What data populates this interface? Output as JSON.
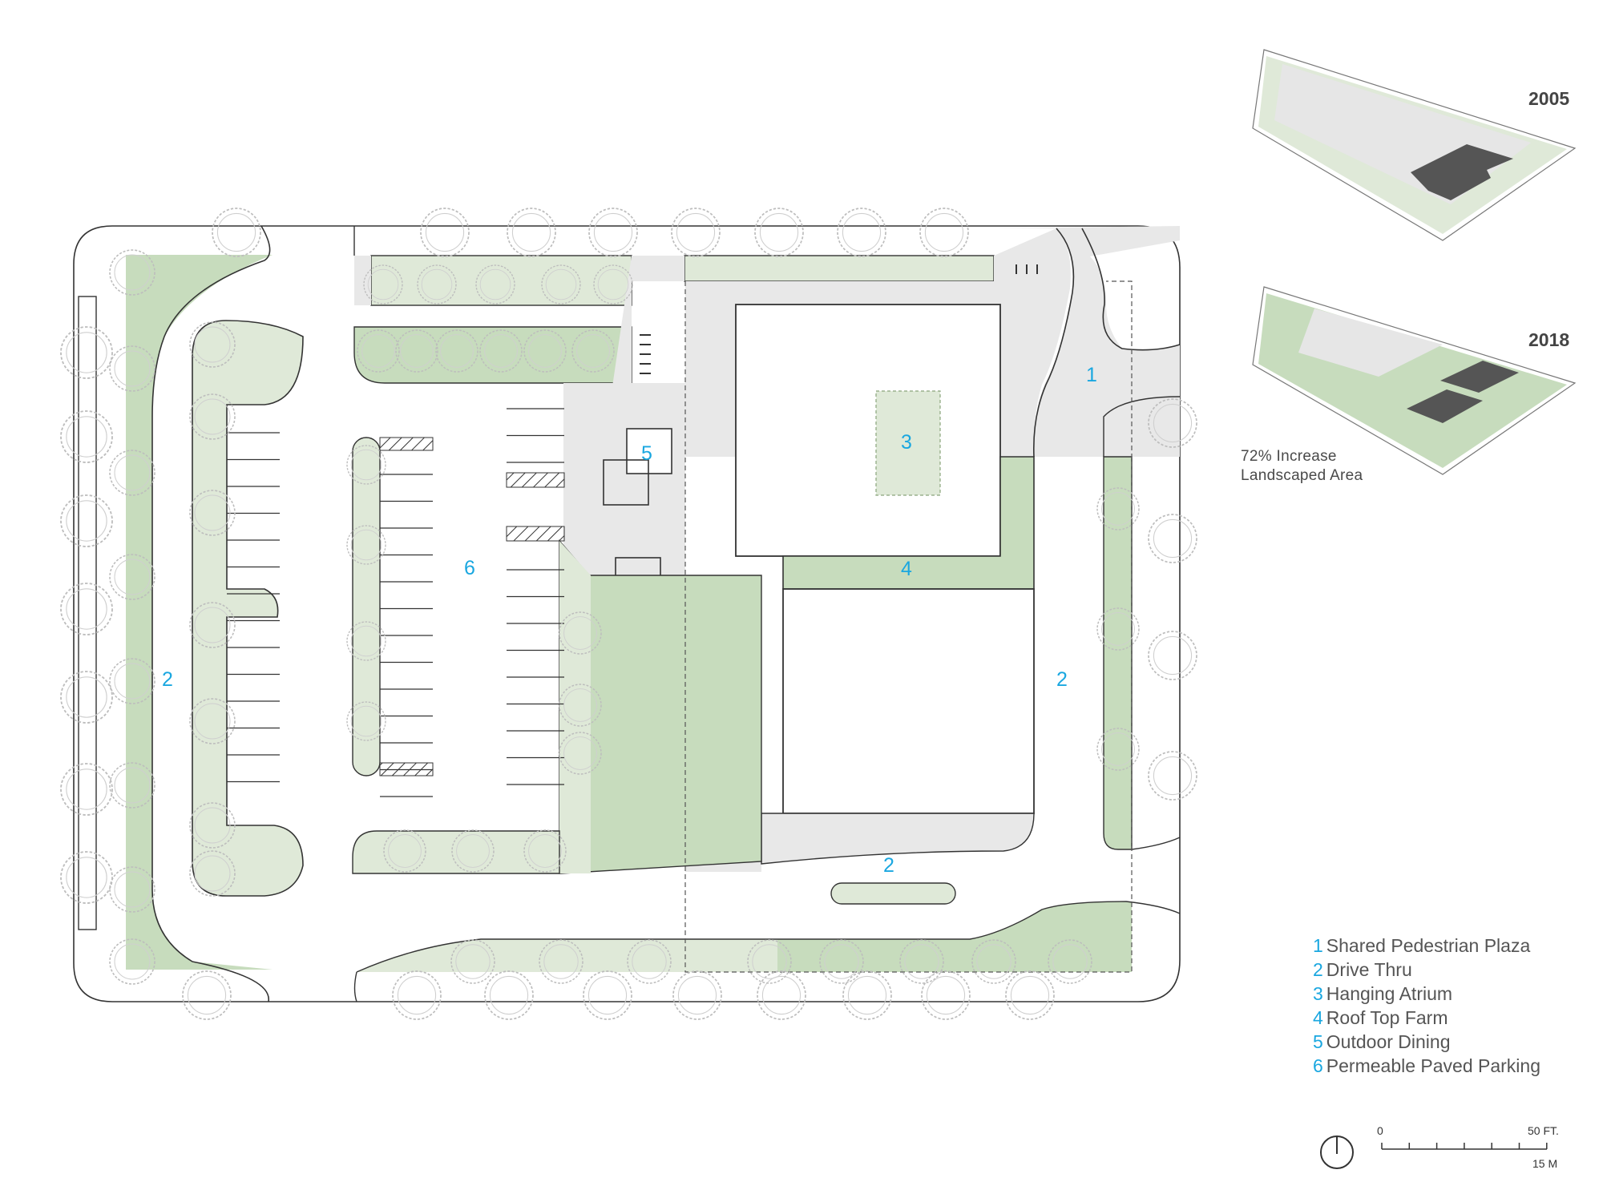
{
  "plan": {
    "labels": [
      {
        "num": "1"
      },
      {
        "num": "2"
      },
      {
        "num": "3"
      },
      {
        "num": "4"
      },
      {
        "num": "5"
      },
      {
        "num": "6"
      },
      {
        "num": "2"
      },
      {
        "num": "2"
      }
    ]
  },
  "inset_2005": {
    "year": "2005"
  },
  "inset_2018": {
    "year": "2018"
  },
  "caption": {
    "line1": "72% Increase",
    "line2": "Landscaped Area"
  },
  "legend": {
    "items": [
      {
        "num": "1",
        "label": "Shared Pedestrian Plaza"
      },
      {
        "num": "2",
        "label": "Drive Thru"
      },
      {
        "num": "3",
        "label": "Hanging Atrium"
      },
      {
        "num": "4",
        "label": "Roof Top Farm"
      },
      {
        "num": "5",
        "label": "Outdoor Dining"
      },
      {
        "num": "6",
        "label": "Permeable Paved Parking"
      }
    ]
  },
  "scale": {
    "zero": "0",
    "feet": "50 FT.",
    "meters": "15 M"
  },
  "icons": {
    "north": "north-arrow-icon"
  },
  "colors": {
    "landscape": "#dbe8d3",
    "landscape_dark": "#c7dcbd",
    "paving": "#e8e8e8",
    "accent": "#1aa7e0",
    "building": "#ffffff",
    "roof_dark": "#555555"
  }
}
